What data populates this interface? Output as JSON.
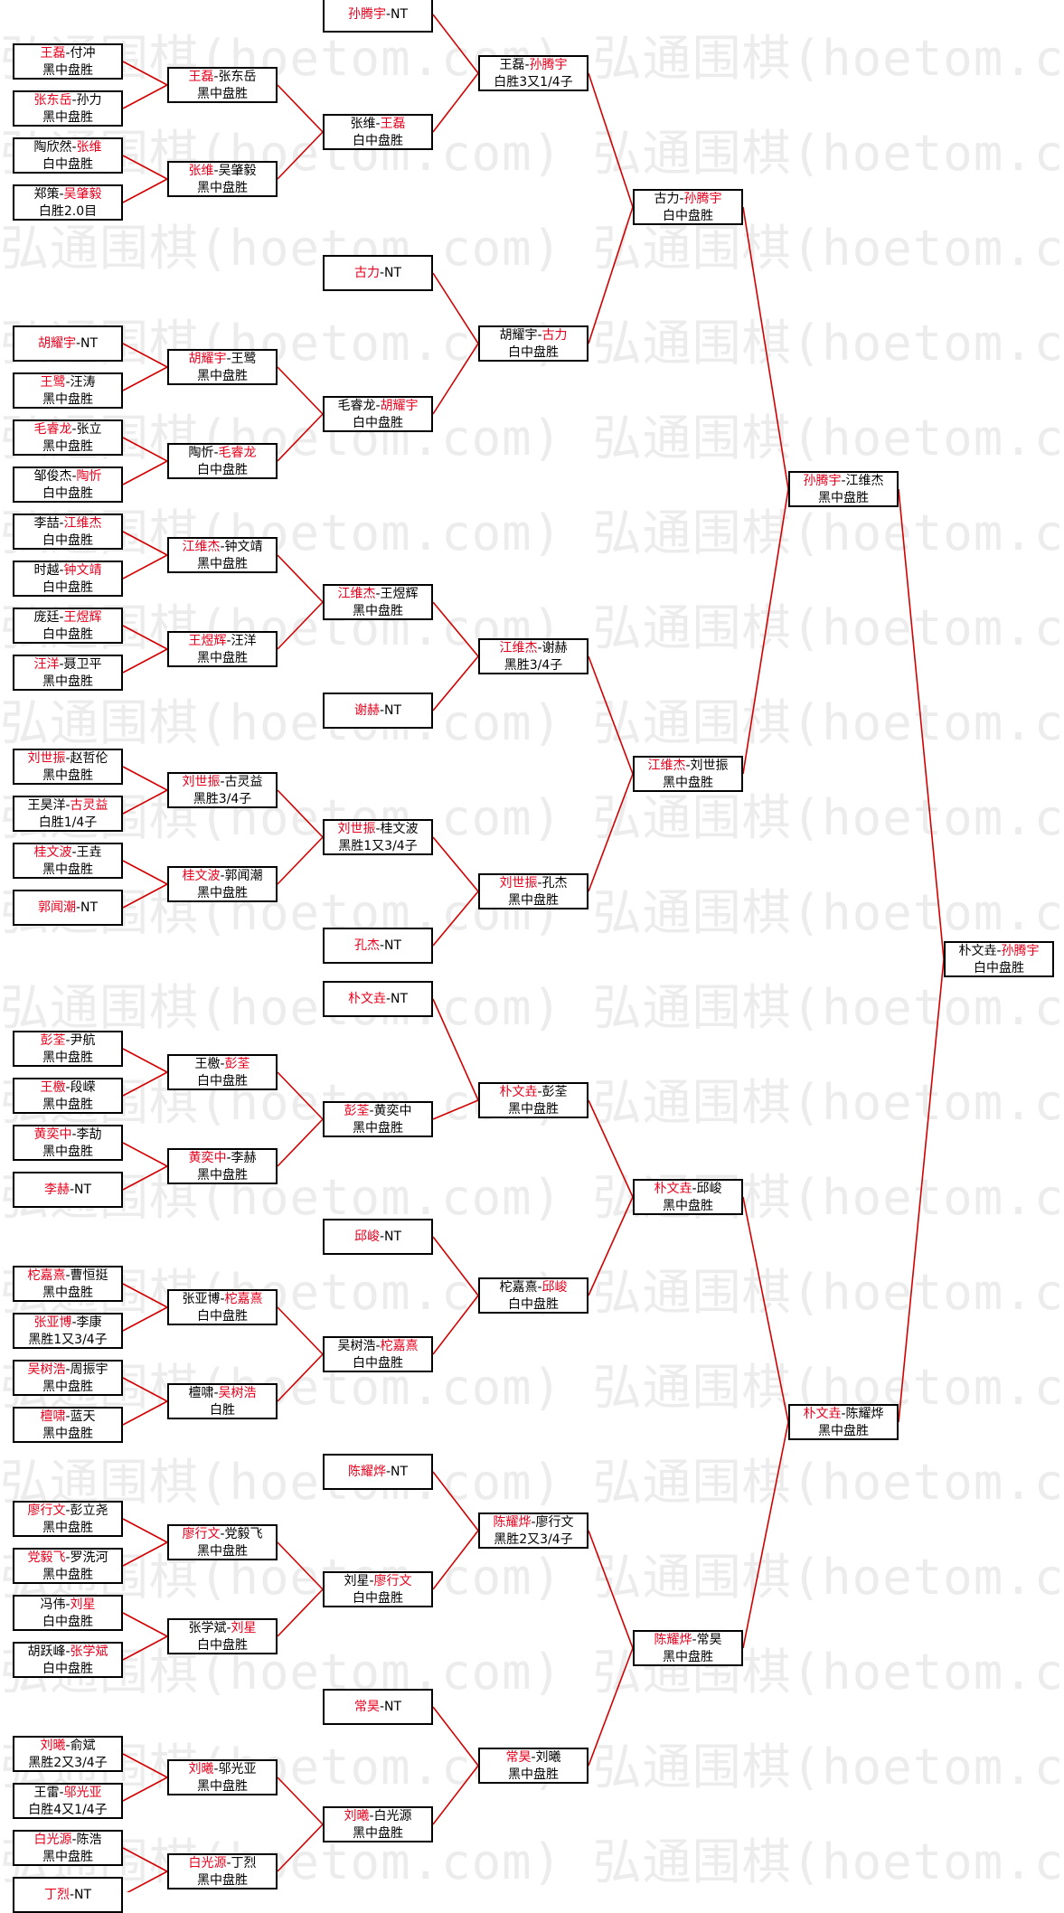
{
  "watermark": "弘通围棋(hoetom.com)",
  "colors": {
    "line": "#d30000",
    "winner": "#e8001c",
    "border": "#000000"
  },
  "matches": [
    {
      "id": "r1-1",
      "round": 1,
      "col": 0,
      "slot": 0,
      "p1": "王磊",
      "p2": "付冲",
      "win": 1,
      "res": "黑中盘胜"
    },
    {
      "id": "r1-2",
      "round": 1,
      "col": 0,
      "slot": 1,
      "p1": "张东岳",
      "p2": "孙力",
      "win": 1,
      "res": "黑中盘胜"
    },
    {
      "id": "r1-3",
      "round": 1,
      "col": 0,
      "slot": 2,
      "p1": "陶欣然",
      "p2": "张维",
      "win": 2,
      "res": "白中盘胜"
    },
    {
      "id": "r1-4",
      "round": 1,
      "col": 0,
      "slot": 3,
      "p1": "郑策",
      "p2": "吴肇毅",
      "win": 2,
      "res": "白胜2.0目"
    },
    {
      "id": "r1-5",
      "round": 1,
      "col": 0,
      "slot": 6,
      "p1": "胡耀宇",
      "p2": "NT",
      "win": 1,
      "res": ""
    },
    {
      "id": "r1-6",
      "round": 1,
      "col": 0,
      "slot": 7,
      "p1": "王鹭",
      "p2": "汪涛",
      "win": 1,
      "res": "黑中盘胜"
    },
    {
      "id": "r1-7",
      "round": 1,
      "col": 0,
      "slot": 8,
      "p1": "毛睿龙",
      "p2": "张立",
      "win": 1,
      "res": "黑中盘胜"
    },
    {
      "id": "r1-8",
      "round": 1,
      "col": 0,
      "slot": 9,
      "p1": "邹俊杰",
      "p2": "陶忻",
      "win": 2,
      "res": "白中盘胜"
    },
    {
      "id": "r1-9",
      "round": 1,
      "col": 0,
      "slot": 10,
      "p1": "李喆",
      "p2": "江维杰",
      "win": 2,
      "res": "白中盘胜"
    },
    {
      "id": "r1-10",
      "round": 1,
      "col": 0,
      "slot": 11,
      "p1": "时越",
      "p2": "钟文靖",
      "win": 2,
      "res": "白中盘胜"
    },
    {
      "id": "r1-11",
      "round": 1,
      "col": 0,
      "slot": 12,
      "p1": "庞廷",
      "p2": "王煜辉",
      "win": 2,
      "res": "白中盘胜"
    },
    {
      "id": "r1-12",
      "round": 1,
      "col": 0,
      "slot": 13,
      "p1": "汪洋",
      "p2": "聂卫平",
      "win": 1,
      "res": "黑中盘胜"
    },
    {
      "id": "r1-13",
      "round": 1,
      "col": 0,
      "slot": 15,
      "p1": "刘世振",
      "p2": "赵哲伦",
      "win": 1,
      "res": "黑中盘胜"
    },
    {
      "id": "r1-14",
      "round": 1,
      "col": 0,
      "slot": 16,
      "p1": "王昊洋",
      "p2": "古灵益",
      "win": 2,
      "res": "白胜1/4子"
    },
    {
      "id": "r1-15",
      "round": 1,
      "col": 0,
      "slot": 17,
      "p1": "桂文波",
      "p2": "王垚",
      "win": 1,
      "res": "黑中盘胜"
    },
    {
      "id": "r1-16",
      "round": 1,
      "col": 0,
      "slot": 18,
      "p1": "郭闻潮",
      "p2": "NT",
      "win": 1,
      "res": ""
    },
    {
      "id": "r1-17",
      "round": 1,
      "col": 0,
      "slot": 21,
      "p1": "彭荃",
      "p2": "尹航",
      "win": 1,
      "res": "黑中盘胜"
    },
    {
      "id": "r1-18",
      "round": 1,
      "col": 0,
      "slot": 22,
      "p1": "王檄",
      "p2": "段嵘",
      "win": 1,
      "res": "黑中盘胜"
    },
    {
      "id": "r1-19",
      "round": 1,
      "col": 0,
      "slot": 23,
      "p1": "黄奕中",
      "p2": "李劼",
      "win": 1,
      "res": "黑中盘胜"
    },
    {
      "id": "r1-20",
      "round": 1,
      "col": 0,
      "slot": 24,
      "p1": "李赫",
      "p2": "NT",
      "win": 1,
      "res": ""
    },
    {
      "id": "r1-21",
      "round": 1,
      "col": 0,
      "slot": 26,
      "p1": "柁嘉熹",
      "p2": "曹恒挺",
      "win": 1,
      "res": "黑中盘胜"
    },
    {
      "id": "r1-22",
      "round": 1,
      "col": 0,
      "slot": 27,
      "p1": "张亚博",
      "p2": "李康",
      "win": 1,
      "res": "黑胜1又3/4子"
    },
    {
      "id": "r1-23",
      "round": 1,
      "col": 0,
      "slot": 28,
      "p1": "吴树浩",
      "p2": "周振宇",
      "win": 1,
      "res": "黑中盘胜"
    },
    {
      "id": "r1-24",
      "round": 1,
      "col": 0,
      "slot": 29,
      "p1": "檀啸",
      "p2": "蓝天",
      "win": 1,
      "res": "黑中盘胜"
    },
    {
      "id": "r1-25",
      "round": 1,
      "col": 0,
      "slot": 31,
      "p1": "廖行文",
      "p2": "彭立尧",
      "win": 1,
      "res": "黑中盘胜"
    },
    {
      "id": "r1-26",
      "round": 1,
      "col": 0,
      "slot": 32,
      "p1": "党毅飞",
      "p2": "罗洗河",
      "win": 1,
      "res": "黑中盘胜"
    },
    {
      "id": "r1-27",
      "round": 1,
      "col": 0,
      "slot": 33,
      "p1": "冯伟",
      "p2": "刘星",
      "win": 2,
      "res": "白中盘胜"
    },
    {
      "id": "r1-28",
      "round": 1,
      "col": 0,
      "slot": 34,
      "p1": "胡跃峰",
      "p2": "张学斌",
      "win": 2,
      "res": "白中盘胜"
    },
    {
      "id": "r1-29",
      "round": 1,
      "col": 0,
      "slot": 36,
      "p1": "刘曦",
      "p2": "俞斌",
      "win": 1,
      "res": "黑胜2又3/4子"
    },
    {
      "id": "r1-30",
      "round": 1,
      "col": 0,
      "slot": 37,
      "p1": "王雷",
      "p2": "邬光亚",
      "win": 2,
      "res": "白胜4又1/4子"
    },
    {
      "id": "r1-31",
      "round": 1,
      "col": 0,
      "slot": 38,
      "p1": "白光源",
      "p2": "陈浩",
      "win": 1,
      "res": "黑中盘胜"
    },
    {
      "id": "r1-32",
      "round": 1,
      "col": 0,
      "slot": 39,
      "p1": "丁烈",
      "p2": "NT",
      "win": 1,
      "res": ""
    },
    {
      "id": "r2-1",
      "round": 2,
      "col": 1,
      "slot": 0.5,
      "p1": "王磊",
      "p2": "张东岳",
      "win": 1,
      "res": "黑中盘胜"
    },
    {
      "id": "r2-2",
      "round": 2,
      "col": 1,
      "slot": 2.5,
      "p1": "张维",
      "p2": "吴肇毅",
      "win": 1,
      "res": "黑中盘胜"
    },
    {
      "id": "r2-3",
      "round": 2,
      "col": 1,
      "slot": 6.5,
      "p1": "胡耀宇",
      "p2": "王鹭",
      "win": 1,
      "res": "黑中盘胜"
    },
    {
      "id": "r2-4",
      "round": 2,
      "col": 1,
      "slot": 8.5,
      "p1": "陶忻",
      "p2": "毛睿龙",
      "win": 2,
      "res": "白中盘胜"
    },
    {
      "id": "r2-5",
      "round": 2,
      "col": 1,
      "slot": 10.5,
      "p1": "江维杰",
      "p2": "钟文靖",
      "win": 1,
      "res": "黑中盘胜"
    },
    {
      "id": "r2-6",
      "round": 2,
      "col": 1,
      "slot": 12.5,
      "p1": "王煜辉",
      "p2": "汪洋",
      "win": 1,
      "res": "黑中盘胜"
    },
    {
      "id": "r2-7",
      "round": 2,
      "col": 1,
      "slot": 15.5,
      "p1": "刘世振",
      "p2": "古灵益",
      "win": 1,
      "res": "黑胜3/4子"
    },
    {
      "id": "r2-8",
      "round": 2,
      "col": 1,
      "slot": 17.5,
      "p1": "桂文波",
      "p2": "郭闻潮",
      "win": 1,
      "res": "黑中盘胜"
    },
    {
      "id": "r2-9",
      "round": 2,
      "col": 1,
      "slot": 21.5,
      "p1": "王檄",
      "p2": "彭荃",
      "win": 2,
      "res": "白中盘胜"
    },
    {
      "id": "r2-10",
      "round": 2,
      "col": 1,
      "slot": 23.5,
      "p1": "黄奕中",
      "p2": "李赫",
      "win": 1,
      "res": "黑中盘胜"
    },
    {
      "id": "r2-11",
      "round": 2,
      "col": 1,
      "slot": 26.5,
      "p1": "张亚博",
      "p2": "柁嘉熹",
      "win": 2,
      "res": "白中盘胜"
    },
    {
      "id": "r2-12",
      "round": 2,
      "col": 1,
      "slot": 28.5,
      "p1": "檀啸",
      "p2": "吴树浩",
      "win": 2,
      "res": "白胜"
    },
    {
      "id": "r2-13",
      "round": 2,
      "col": 1,
      "slot": 31.5,
      "p1": "廖行文",
      "p2": "党毅飞",
      "win": 1,
      "res": "黑中盘胜"
    },
    {
      "id": "r2-14",
      "round": 2,
      "col": 1,
      "slot": 33.5,
      "p1": "张学斌",
      "p2": "刘星",
      "win": 2,
      "res": "白中盘胜"
    },
    {
      "id": "r2-15",
      "round": 2,
      "col": 1,
      "slot": 36.5,
      "p1": "刘曦",
      "p2": "邬光亚",
      "win": 1,
      "res": "黑中盘胜"
    },
    {
      "id": "r2-16",
      "round": 2,
      "col": 1,
      "slot": 38.5,
      "p1": "白光源",
      "p2": "丁烈",
      "win": 1,
      "res": "黑中盘胜"
    },
    {
      "id": "r3-b1",
      "round": 3,
      "col": 2,
      "slot": -1,
      "p1": "孙腾宇",
      "p2": "NT",
      "win": 1,
      "res": ""
    },
    {
      "id": "r3-1",
      "round": 3,
      "col": 2,
      "slot": 1.5,
      "p1": "张维",
      "p2": "王磊",
      "win": 2,
      "res": "白中盘胜"
    },
    {
      "id": "r3-b2",
      "round": 3,
      "col": 2,
      "slot": 4.5,
      "p1": "古力",
      "p2": "NT",
      "win": 1,
      "res": ""
    },
    {
      "id": "r3-2",
      "round": 3,
      "col": 2,
      "slot": 7.5,
      "p1": "毛睿龙",
      "p2": "胡耀宇",
      "win": 2,
      "res": "白中盘胜"
    },
    {
      "id": "r3-3",
      "round": 3,
      "col": 2,
      "slot": 11.5,
      "p1": "江维杰",
      "p2": "王煜辉",
      "win": 1,
      "res": "黑中盘胜"
    },
    {
      "id": "r3-b3",
      "round": 3,
      "col": 2,
      "slot": 13.8,
      "p1": "谢赫",
      "p2": "NT",
      "win": 1,
      "res": ""
    },
    {
      "id": "r3-4",
      "round": 3,
      "col": 2,
      "slot": 16.5,
      "p1": "刘世振",
      "p2": "桂文波",
      "win": 1,
      "res": "黑胜1又3/4子"
    },
    {
      "id": "r3-b4",
      "round": 3,
      "col": 2,
      "slot": 18.8,
      "p1": "孔杰",
      "p2": "NT",
      "win": 1,
      "res": ""
    },
    {
      "id": "r3-b5",
      "round": 3,
      "col": 2,
      "slot": 19.95,
      "p1": "朴文垚",
      "p2": "NT",
      "win": 1,
      "res": ""
    },
    {
      "id": "r3-5",
      "round": 3,
      "col": 2,
      "slot": 22.5,
      "p1": "彭荃",
      "p2": "黄奕中",
      "win": 1,
      "res": "黑中盘胜"
    },
    {
      "id": "r3-b6",
      "round": 3,
      "col": 2,
      "slot": 25,
      "p1": "邱峻",
      "p2": "NT",
      "win": 1,
      "res": ""
    },
    {
      "id": "r3-6",
      "round": 3,
      "col": 2,
      "slot": 27.5,
      "p1": "吴树浩",
      "p2": "柁嘉熹",
      "win": 2,
      "res": "白中盘胜"
    },
    {
      "id": "r3-b7",
      "round": 3,
      "col": 2,
      "slot": 30,
      "p1": "陈耀烨",
      "p2": "NT",
      "win": 1,
      "res": ""
    },
    {
      "id": "r3-7",
      "round": 3,
      "col": 2,
      "slot": 32.5,
      "p1": "刘星",
      "p2": "廖行文",
      "win": 2,
      "res": "白中盘胜"
    },
    {
      "id": "r3-b8",
      "round": 3,
      "col": 2,
      "slot": 35,
      "p1": "常昊",
      "p2": "NT",
      "win": 1,
      "res": ""
    },
    {
      "id": "r3-8",
      "round": 3,
      "col": 2,
      "slot": 37.5,
      "p1": "刘曦",
      "p2": "白光源",
      "win": 1,
      "res": "黑中盘胜"
    },
    {
      "id": "r4-1",
      "round": 4,
      "col": 3,
      "slot": 0.25,
      "p1": "王磊",
      "p2": "孙腾宇",
      "win": 2,
      "res": "白胜3又1/4子"
    },
    {
      "id": "r4-2",
      "round": 4,
      "col": 3,
      "slot": 6,
      "p1": "胡耀宇",
      "p2": "古力",
      "win": 2,
      "res": "白中盘胜"
    },
    {
      "id": "r4-3",
      "round": 4,
      "col": 3,
      "slot": 12.65,
      "p1": "江维杰",
      "p2": "谢赫",
      "win": 1,
      "res": "黑胜3/4子"
    },
    {
      "id": "r4-4",
      "round": 4,
      "col": 3,
      "slot": 17.65,
      "p1": "刘世振",
      "p2": "孔杰",
      "win": 1,
      "res": "黑中盘胜"
    },
    {
      "id": "r4-5",
      "round": 4,
      "col": 3,
      "slot": 22.1,
      "p1": "朴文垚",
      "p2": "彭荃",
      "win": 1,
      "res": "黑中盘胜"
    },
    {
      "id": "r4-6",
      "round": 4,
      "col": 3,
      "slot": 26.25,
      "p1": "柁嘉熹",
      "p2": "邱峻",
      "win": 2,
      "res": "白中盘胜"
    },
    {
      "id": "r4-7",
      "round": 4,
      "col": 3,
      "slot": 31.25,
      "p1": "陈耀烨",
      "p2": "廖行文",
      "win": 1,
      "res": "黑胜2又3/4子"
    },
    {
      "id": "r4-8",
      "round": 4,
      "col": 3,
      "slot": 36.25,
      "p1": "常昊",
      "p2": "刘曦",
      "win": 1,
      "res": "黑中盘胜"
    },
    {
      "id": "r5-1",
      "round": 5,
      "col": 4,
      "slot": 3.1,
      "p1": "古力",
      "p2": "孙腾宇",
      "win": 2,
      "res": "白中盘胜"
    },
    {
      "id": "r5-2",
      "round": 5,
      "col": 4,
      "slot": 15.15,
      "p1": "江维杰",
      "p2": "刘世振",
      "win": 1,
      "res": "黑中盘胜"
    },
    {
      "id": "r5-3",
      "round": 5,
      "col": 4,
      "slot": 24.15,
      "p1": "朴文垚",
      "p2": "邱峻",
      "win": 1,
      "res": "黑中盘胜"
    },
    {
      "id": "r5-4",
      "round": 5,
      "col": 4,
      "slot": 33.75,
      "p1": "陈耀烨",
      "p2": "常昊",
      "win": 1,
      "res": "黑中盘胜"
    },
    {
      "id": "r6-1",
      "round": 6,
      "col": 5,
      "slot": 9.1,
      "p1": "孙腾宇",
      "p2": "江维杰",
      "win": 1,
      "res": "黑中盘胜"
    },
    {
      "id": "r6-2",
      "round": 6,
      "col": 5,
      "slot": 28.95,
      "p1": "朴文垚",
      "p2": "陈耀烨",
      "win": 1,
      "res": "黑中盘胜"
    },
    {
      "id": "final",
      "round": 7,
      "col": 6,
      "slot": 19.1,
      "p1": "朴文垚",
      "p2": "孙腾宇",
      "win": 2,
      "res": "白中盘胜"
    }
  ],
  "links": [
    [
      "r1-1",
      "r2-1"
    ],
    [
      "r1-2",
      "r2-1"
    ],
    [
      "r1-3",
      "r2-2"
    ],
    [
      "r1-4",
      "r2-2"
    ],
    [
      "r1-5",
      "r2-3"
    ],
    [
      "r1-6",
      "r2-3"
    ],
    [
      "r1-7",
      "r2-4"
    ],
    [
      "r1-8",
      "r2-4"
    ],
    [
      "r1-9",
      "r2-5"
    ],
    [
      "r1-10",
      "r2-5"
    ],
    [
      "r1-11",
      "r2-6"
    ],
    [
      "r1-12",
      "r2-6"
    ],
    [
      "r1-13",
      "r2-7"
    ],
    [
      "r1-14",
      "r2-7"
    ],
    [
      "r1-15",
      "r2-8"
    ],
    [
      "r1-16",
      "r2-8"
    ],
    [
      "r1-17",
      "r2-9"
    ],
    [
      "r1-18",
      "r2-9"
    ],
    [
      "r1-19",
      "r2-10"
    ],
    [
      "r1-20",
      "r2-10"
    ],
    [
      "r1-21",
      "r2-11"
    ],
    [
      "r1-22",
      "r2-11"
    ],
    [
      "r1-23",
      "r2-12"
    ],
    [
      "r1-24",
      "r2-12"
    ],
    [
      "r1-25",
      "r2-13"
    ],
    [
      "r1-26",
      "r2-13"
    ],
    [
      "r1-27",
      "r2-14"
    ],
    [
      "r1-28",
      "r2-14"
    ],
    [
      "r1-29",
      "r2-15"
    ],
    [
      "r1-30",
      "r2-15"
    ],
    [
      "r1-31",
      "r2-16"
    ],
    [
      "r1-32",
      "r2-16"
    ],
    [
      "r2-1",
      "r3-1"
    ],
    [
      "r2-2",
      "r3-1"
    ],
    [
      "r2-3",
      "r3-2"
    ],
    [
      "r2-4",
      "r3-2"
    ],
    [
      "r2-5",
      "r3-3"
    ],
    [
      "r2-6",
      "r3-3"
    ],
    [
      "r2-7",
      "r3-4"
    ],
    [
      "r2-8",
      "r3-4"
    ],
    [
      "r2-9",
      "r3-5"
    ],
    [
      "r2-10",
      "r3-5"
    ],
    [
      "r2-11",
      "r3-6"
    ],
    [
      "r2-12",
      "r3-6"
    ],
    [
      "r2-13",
      "r3-7"
    ],
    [
      "r2-14",
      "r3-7"
    ],
    [
      "r2-15",
      "r3-8"
    ],
    [
      "r2-16",
      "r3-8"
    ],
    [
      "r3-b1",
      "r4-1"
    ],
    [
      "r3-1",
      "r4-1"
    ],
    [
      "r3-b2",
      "r4-2"
    ],
    [
      "r3-2",
      "r4-2"
    ],
    [
      "r3-3",
      "r4-3"
    ],
    [
      "r3-b3",
      "r4-3"
    ],
    [
      "r3-4",
      "r4-4"
    ],
    [
      "r3-b4",
      "r4-4"
    ],
    [
      "r3-b5",
      "r4-5"
    ],
    [
      "r3-5",
      "r4-5"
    ],
    [
      "r3-b6",
      "r4-6"
    ],
    [
      "r3-6",
      "r4-6"
    ],
    [
      "r3-b7",
      "r4-7"
    ],
    [
      "r3-7",
      "r4-7"
    ],
    [
      "r3-b8",
      "r4-8"
    ],
    [
      "r3-8",
      "r4-8"
    ],
    [
      "r4-1",
      "r5-1"
    ],
    [
      "r4-2",
      "r5-1"
    ],
    [
      "r4-3",
      "r5-2"
    ],
    [
      "r4-4",
      "r5-2"
    ],
    [
      "r4-5",
      "r5-3"
    ],
    [
      "r4-6",
      "r5-3"
    ],
    [
      "r4-7",
      "r5-4"
    ],
    [
      "r4-8",
      "r5-4"
    ],
    [
      "r5-1",
      "r6-1"
    ],
    [
      "r5-2",
      "r6-1"
    ],
    [
      "r5-3",
      "r6-2"
    ],
    [
      "r5-4",
      "r6-2"
    ],
    [
      "r6-1",
      "final"
    ],
    [
      "r6-2",
      "final"
    ]
  ]
}
